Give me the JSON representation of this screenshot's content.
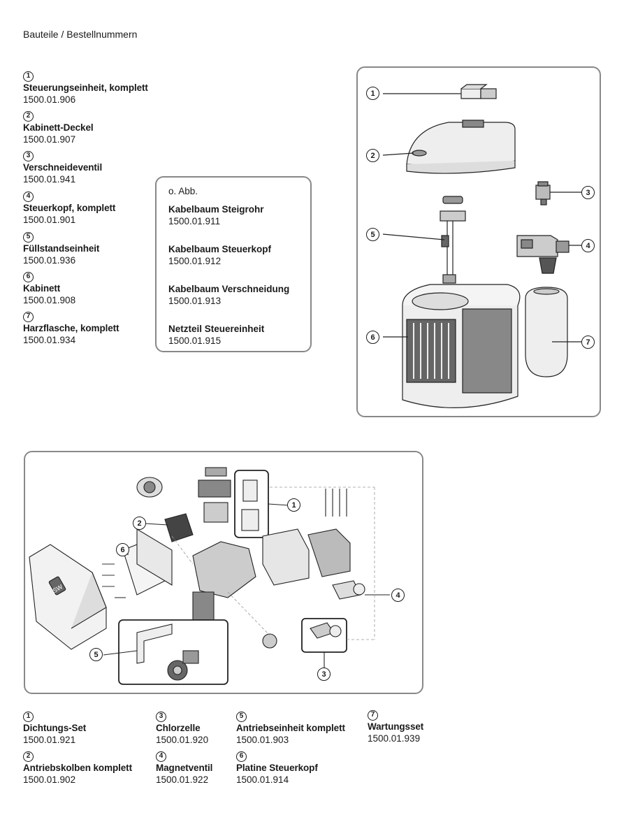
{
  "title": "Bauteile / Bestellnummern",
  "parts_top": [
    {
      "n": "1",
      "name": "Steuerungseinheit, komplett",
      "code": "1500.01.906"
    },
    {
      "n": "2",
      "name": "Kabinett-Deckel",
      "code": "1500.01.907"
    },
    {
      "n": "3",
      "name": "Verschneideventil",
      "code": "1500.01.941"
    },
    {
      "n": "4",
      "name": "Steuerkopf, komplett",
      "code": "1500.01.901"
    },
    {
      "n": "5",
      "name": "Füllstandseinheit",
      "code": "1500.01.936"
    },
    {
      "n": "6",
      "name": "Kabinett",
      "code": "1500.01.908"
    },
    {
      "n": "7",
      "name": "Harzflasche, komplett",
      "code": "1500.01.934"
    }
  ],
  "without_illustration": {
    "header": "o. Abb.",
    "items": [
      {
        "name": "Kabelbaum Steigrohr",
        "code": "1500.01.911"
      },
      {
        "name": "Kabelbaum Steuerkopf",
        "code": "1500.01.912"
      },
      {
        "name": "Kabelbaum Verschneidung",
        "code": "1500.01.913"
      },
      {
        "name": "Netzteil Steuereinheit",
        "code": "1500.01.915"
      }
    ]
  },
  "parts_bottom": [
    {
      "n": "1",
      "name": "Dichtungs-Set",
      "code": "1500.01.921"
    },
    {
      "n": "2",
      "name": "Antriebskolben komplett",
      "code": "1500.01.902"
    },
    {
      "n": "3",
      "name": "Chlorzelle",
      "code": "1500.01.920"
    },
    {
      "n": "4",
      "name": "Magnetventil",
      "code": "1500.01.922"
    },
    {
      "n": "5",
      "name": "Antriebseinheit komplett",
      "code": "1500.01.903"
    },
    {
      "n": "6",
      "name": "Platine Steuerkopf",
      "code": "1500.01.914"
    },
    {
      "n": "7",
      "name": "Wartungsset",
      "code": "1500.01.939"
    }
  ],
  "callouts": [
    "1",
    "2",
    "3",
    "4",
    "5",
    "6",
    "7"
  ],
  "logo_text": "SW",
  "colors": {
    "panel_border": "#888888",
    "text": "#1a1a1a"
  }
}
